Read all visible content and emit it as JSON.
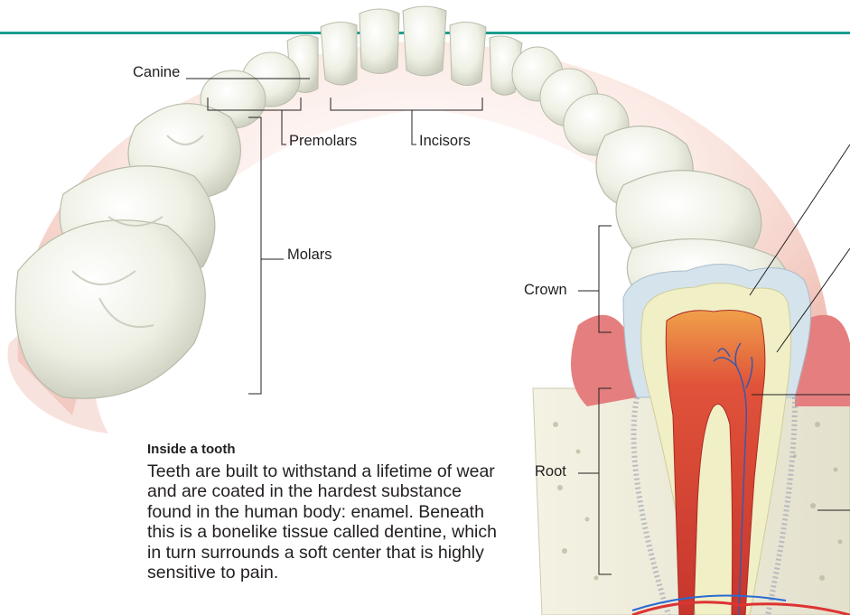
{
  "colors": {
    "accent_line": "#1a9c8c",
    "gum": "#f2c9c0",
    "tooth": "#eef0e6",
    "enamel": "#d6e2ea",
    "dentine": "#f1f0c9",
    "pulp": "#d8433a",
    "bone": "#e9e7d6"
  },
  "labels": {
    "canine": "Canine",
    "premolars": "Premolars",
    "incisors": "Incisors",
    "molars": "Molars",
    "crown": "Crown",
    "root": "Root"
  },
  "caption": {
    "title": "Inside a tooth",
    "body": "Teeth are built to withstand a lifetime of wear and are coated in the hardest substance found in the human body: enamel. Beneath this is a bonelike tissue called dentine, which in turn surrounds a soft center that is highly sensitive to pain."
  }
}
